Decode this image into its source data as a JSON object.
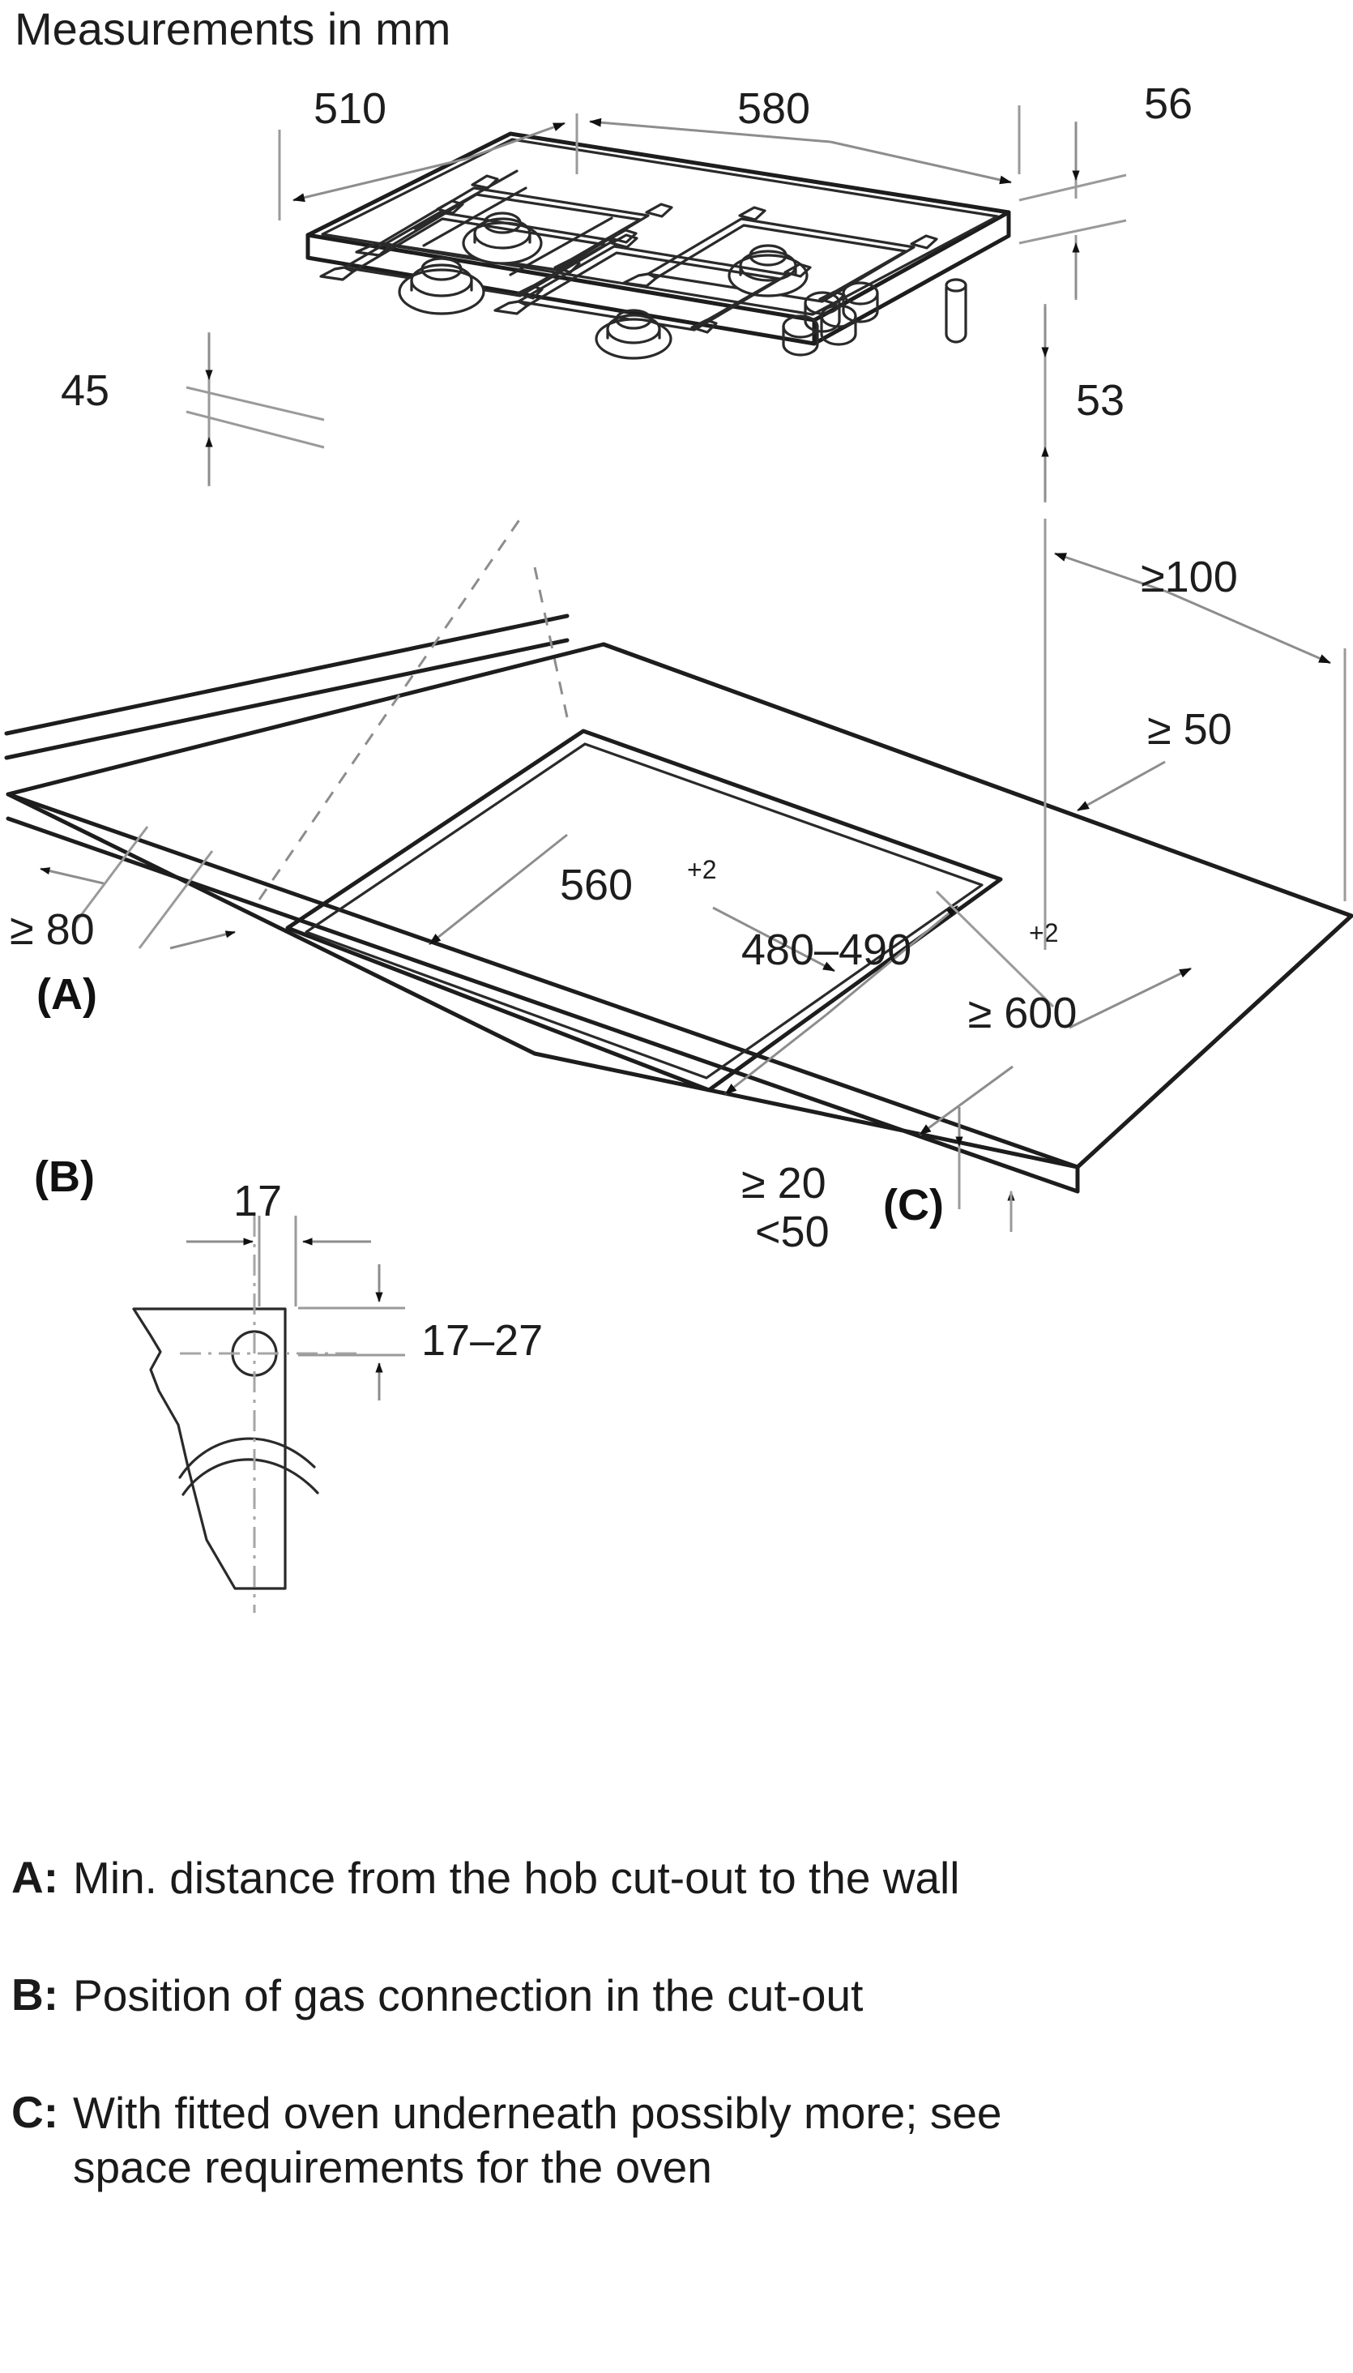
{
  "page": {
    "title": "Measurements in mm",
    "units": "mm"
  },
  "dimensions": {
    "hob_width": "510",
    "hob_depth": "580",
    "hob_offset_right": "56",
    "hob_frame_height": "45",
    "hob_body_height": "53",
    "min_above_hob": "≥100",
    "min_side_clearance": "≥ 50",
    "cutout_width": "560",
    "cutout_width_tol": "+2",
    "cutout_depth": "480–490",
    "cutout_depth_tol": "+2",
    "min_wall_distance": "≥ 80",
    "worktop_depth": "≥ 600",
    "worktop_thickness_min": "≥ 20",
    "worktop_thickness_max": "<50",
    "gas_conn_horizontal": "17",
    "gas_conn_vertical": "17–27"
  },
  "reference_marks": {
    "a": "(A)",
    "b": "(B)",
    "c": "(C)"
  },
  "legend": [
    {
      "key": "A:",
      "text": "Min. distance from the hob cut-out to the wall"
    },
    {
      "key": "B:",
      "text": "Position of gas connection in the cut-out"
    },
    {
      "key": "C:",
      "text": "With fitted oven underneath possibly more; see space requirements for the oven"
    }
  ],
  "colors": {
    "ink": "#1d1d1d",
    "dimension_line": "#8d8d8d",
    "background": "#ffffff"
  },
  "chart_data": {
    "type": "diagram",
    "title": "Measurements in mm",
    "subject": "Gas hob built-in installation dimensions",
    "annotations": [
      {
        "label": "510",
        "meaning": "hob appliance width"
      },
      {
        "label": "580",
        "meaning": "hob appliance depth"
      },
      {
        "label": "56",
        "meaning": "offset at right rear"
      },
      {
        "label": "45",
        "meaning": "frame height above worktop"
      },
      {
        "label": "53",
        "meaning": "body height below worktop"
      },
      {
        "label": "≥100",
        "meaning": "minimum clearance above / behind"
      },
      {
        "label": "≥ 50",
        "meaning": "minimum side clearance"
      },
      {
        "label": "560+2",
        "meaning": "cut-out width"
      },
      {
        "label": "480–490+2",
        "meaning": "cut-out depth"
      },
      {
        "label": "≥ 80",
        "meaning": "minimum distance cut-out to wall (A)"
      },
      {
        "label": "≥ 600",
        "meaning": "minimum worktop depth"
      },
      {
        "label": "≥ 20 / <50",
        "meaning": "worktop thickness range (C)"
      },
      {
        "label": "17",
        "meaning": "gas connection horizontal position (B)"
      },
      {
        "label": "17–27",
        "meaning": "gas connection vertical position (B)"
      }
    ]
  }
}
